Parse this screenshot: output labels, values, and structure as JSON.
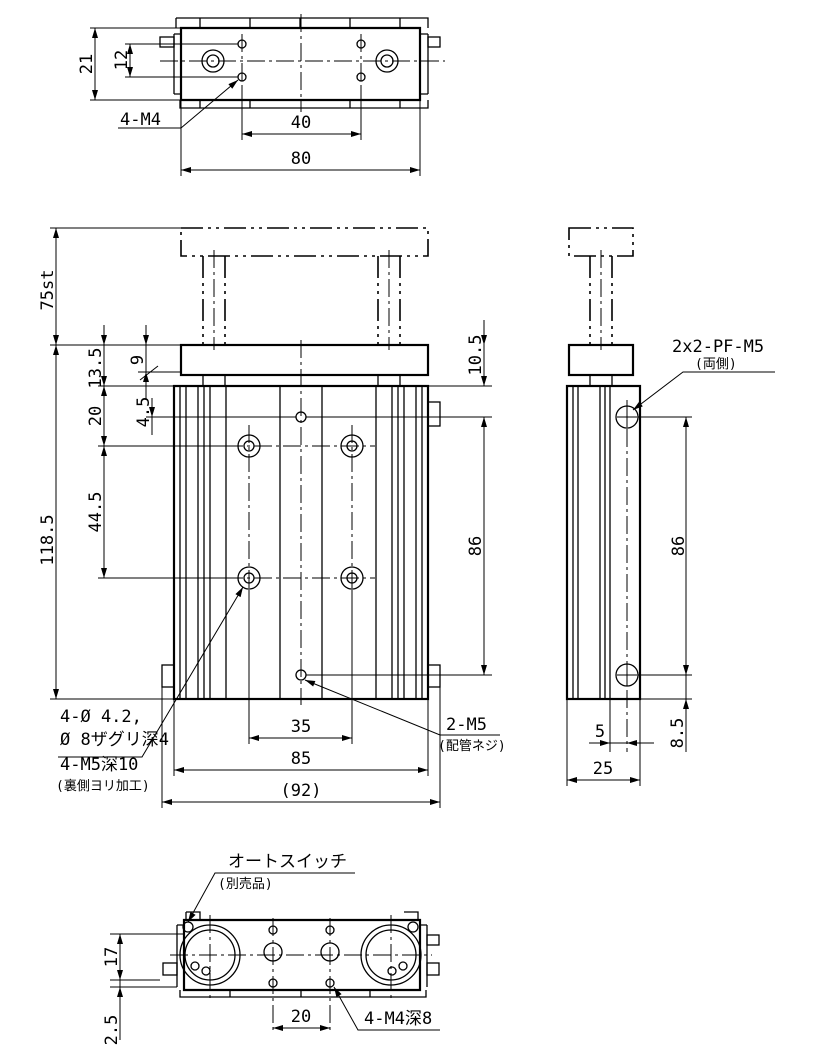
{
  "top_view": {
    "dim_21": "21",
    "dim_12": "12",
    "callout_m4": "4-M4",
    "dim_40": "40",
    "dim_80": "80"
  },
  "front_view": {
    "dim_75st": "75st",
    "dim_13_5": "13.5",
    "dim_9": "9",
    "dim_20": "20",
    "dim_4_5": "4.5",
    "dim_44_5": "44.5",
    "dim_118_5": "118.5",
    "dim_10_5": "10.5",
    "dim_86": "86",
    "dim_35": "35",
    "dim_85": "85",
    "dim_92": "(92)",
    "note_lines": [
      "4-Ø 4.2,",
      "Ø 8ザグリ深4",
      "4-M5深10",
      "(裏側ヨリ加工)"
    ],
    "callout_m5": "2-M5",
    "callout_m5_sub": "(配管ネジ)"
  },
  "side_view": {
    "port_label": "2x2-PF-M5",
    "port_sub": "(両側)",
    "dim_86": "86",
    "dim_5": "5",
    "dim_8_5": "8.5",
    "dim_25": "25"
  },
  "bottom_view": {
    "switch_label": "オートスイッチ",
    "switch_sub": "(別売品)",
    "dim_17": "17",
    "dim_2_5": "2.5",
    "dim_20": "20",
    "callout_m4": "4-M4深8"
  }
}
